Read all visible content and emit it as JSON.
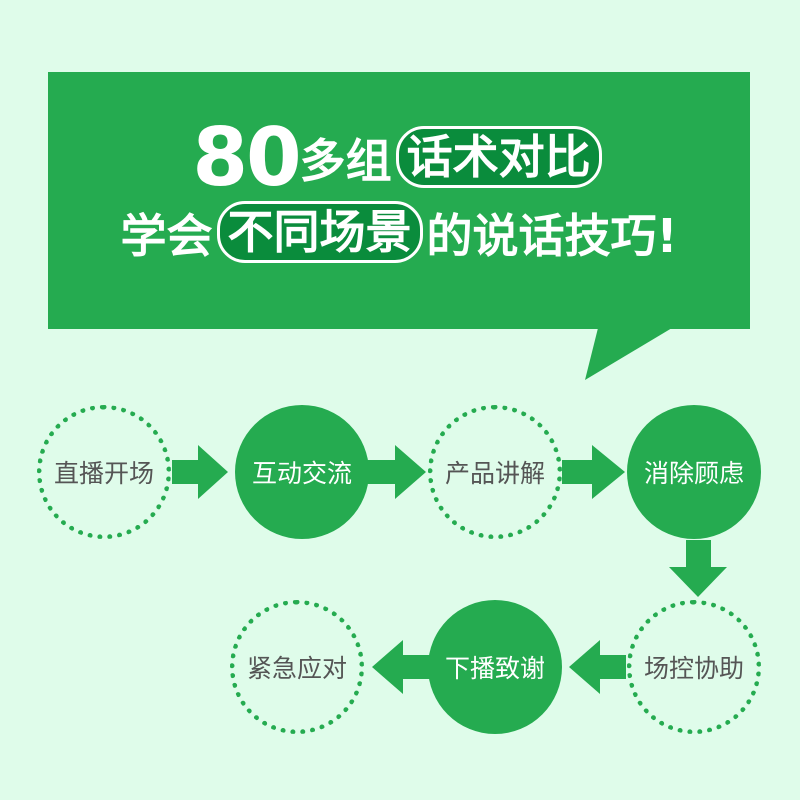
{
  "banner": {
    "line1": {
      "number": "80",
      "text": "多组",
      "highlight": "话术对比"
    },
    "line2": {
      "text_before": "学会",
      "highlight": "不同场景",
      "text_after": "的说话技巧!"
    }
  },
  "flow": {
    "steps": [
      {
        "label": "直播开场",
        "style": "dotted"
      },
      {
        "label": "互动交流",
        "style": "filled"
      },
      {
        "label": "产品讲解",
        "style": "dotted"
      },
      {
        "label": "消除顾虑",
        "style": "filled"
      },
      {
        "label": "场控协助",
        "style": "dotted"
      },
      {
        "label": "下播致谢",
        "style": "filled"
      },
      {
        "label": "紧急应对",
        "style": "dotted"
      }
    ]
  },
  "colors": {
    "background": "#dffcea",
    "green": "#25ab50",
    "dark_green": "#0a8c3c",
    "text_gray": "#555555"
  }
}
